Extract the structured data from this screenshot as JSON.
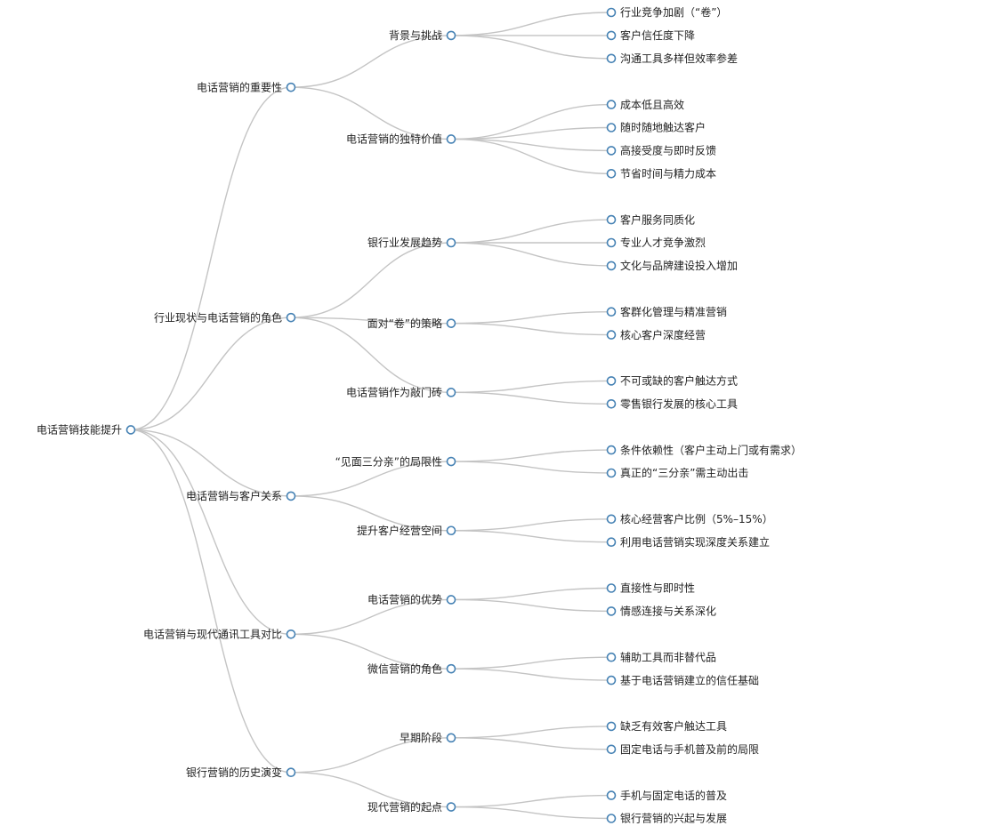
{
  "mindmap": {
    "root": "电话营销技能提升",
    "branches": [
      {
        "label": "电话营销的重要性",
        "children": [
          {
            "label": "背景与挑战",
            "children": [
              "行业竞争加剧（“卷”）",
              "客户信任度下降",
              "沟通工具多样但效率参差"
            ]
          },
          {
            "label": "电话营销的独特价值",
            "children": [
              "成本低且高效",
              "随时随地触达客户",
              "高接受度与即时反馈",
              "节省时间与精力成本"
            ]
          }
        ]
      },
      {
        "label": "行业现状与电话营销的角色",
        "children": [
          {
            "label": "银行业发展趋势",
            "children": [
              "客户服务同质化",
              "专业人才竞争激烈",
              "文化与品牌建设投入增加"
            ]
          },
          {
            "label": "面对“卷”的策略",
            "children": [
              "客群化管理与精准营销",
              "核心客户深度经营"
            ]
          },
          {
            "label": "电话营销作为敲门砖",
            "children": [
              "不可或缺的客户触达方式",
              "零售银行发展的核心工具"
            ]
          }
        ]
      },
      {
        "label": "电话营销与客户关系",
        "children": [
          {
            "label": "“见面三分亲”的局限性",
            "children": [
              "条件依赖性（客户主动上门或有需求）",
              "真正的“三分亲”需主动出击"
            ]
          },
          {
            "label": "提升客户经营空间",
            "children": [
              "核心经营客户比例（5%–15%）",
              "利用电话营销实现深度关系建立"
            ]
          }
        ]
      },
      {
        "label": "电话营销与现代通讯工具对比",
        "children": [
          {
            "label": "电话营销的优势",
            "children": [
              "直接性与即时性",
              "情感连接与关系深化"
            ]
          },
          {
            "label": "微信营销的角色",
            "children": [
              "辅助工具而非替代品",
              "基于电话营销建立的信任基础"
            ]
          }
        ]
      },
      {
        "label": "银行营销的历史演变",
        "children": [
          {
            "label": "早期阶段",
            "children": [
              "缺乏有效客户触达工具",
              "固定电话与手机普及前的局限"
            ]
          },
          {
            "label": "现代营销的起点",
            "children": [
              "手机与固定电话的普及",
              "银行营销的兴起与发展"
            ]
          }
        ]
      }
    ]
  }
}
